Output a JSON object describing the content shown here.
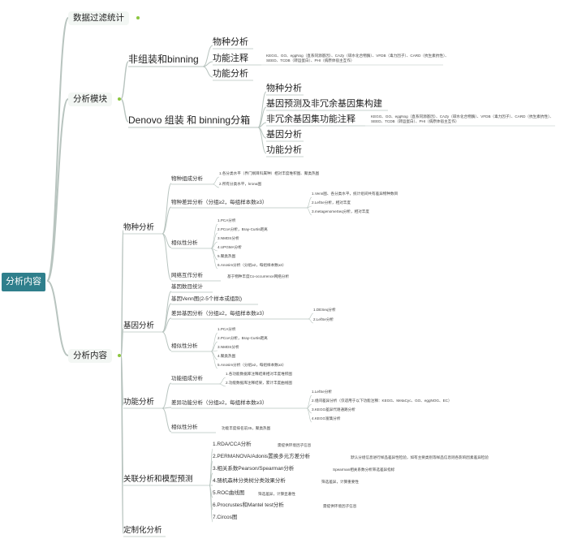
{
  "root": "分析内容",
  "top1": "数据过滤统计",
  "top2": "分析模块",
  "top3": "分析内容",
  "module": {
    "nonasm": {
      "label": "非组装和binning",
      "species": "物种分析",
      "func": "功能注释",
      "func_note": "KEGG、GO、eggNog（直系同源基因）、CAZy（碳水化合物酶）、VFDB（毒力因子）、CARD（抗生素抗性）、SEED、TCDB（转运蛋白）、PHI（病原体宿主互作）",
      "funcana": "功能分析"
    },
    "denovo": {
      "label": "Denovo 组装 和 binning分箱",
      "species": "物种分析",
      "gene": "基因预测及非冗余基因集构建",
      "genefunc": "非冗余基因集功能注释",
      "genefunc_note": "KEGG、GO、eggNog（直系同源基因）、CAZy（碳水化合物酶）、VFDB（毒力因子）、CARD（抗生素抗性）、SEED、TCDB（转运蛋白）、PHI（病原体宿主互作）",
      "geneana": "基因分析",
      "funcana": "功能分析"
    }
  },
  "content": {
    "species": {
      "label": "物种分析",
      "comp": "物种组成分析",
      "comp_items": [
        "1.各分类水平（界门纲目科属种）相对丰度堆积图、聚类热图",
        "2.所有分类水平，krona图"
      ],
      "diff": "物种差异分析（分组≥2，每组样本数≥3）",
      "diff_items": [
        "1.Venn图、各分类水平，统计组间共有差异物种数目",
        "2.LefSe分析，相对丰度",
        "3.metagenomeSeq分析，相对丰度"
      ],
      "sim": "相似性分析",
      "sim_items": [
        "1.PCA分析",
        "2.PCoA分析，Bray-Curtis距离",
        "3.NMDS分析",
        "4.UPGMA分析",
        "5.聚类热图",
        "6.Anosim分析（分组≥2，每组样本数≥3）"
      ],
      "net": "网络互作分析",
      "net_note": "基于物种丰度Co-occurrence网络分析"
    },
    "gene": {
      "label": "基因分析",
      "stat": "基因数目统计",
      "venn": "基因Venn图(2-5个样本或组别)",
      "diff": "差异基因分析（分组≥2，每组样本数≥3）",
      "diff_items": [
        "1.DESeq分析",
        "2.LefSe分析"
      ],
      "sim": "相似性分析",
      "sim_items": [
        "1.PCA分析",
        "2.PCoA分析，Bray-Curtis距离",
        "3.NMDS分析",
        "4.聚类热图",
        "5.Anosim分析（分组≥2，每组样本数≥3）"
      ]
    },
    "func": {
      "label": "功能分析",
      "comp": "功能组成分析",
      "comp_items": [
        "1.各功能数据库注释结果相对丰度堆积图",
        "2.功能数据库注释结果，累计丰度曲线图"
      ],
      "diff": "差异功能分析（分组≥2，每组样本数≥3）",
      "diff_items": [
        "1.LefSe分析",
        "2.组间差异分析（仅适用于以下功能注释：KEGG、MetaCyc、GO、eggNOG、EC）",
        "3.KEGG差异代谢通路分析",
        "4.KEGG富集分析"
      ],
      "sim": "相似性分析",
      "sim_note": "功能丰度排名前35，聚类热图"
    },
    "assoc": {
      "label": "关联分析和模型预测",
      "items": [
        "1.RDA/CCA分析",
        "2.PERMANOVA/Adonis置换多元方差分析",
        "3.相关系数Pearson/Spearman分析",
        "4.随机森林分类树分类效果分析",
        "5.ROC曲线图",
        "6.Procrustes和Mantel test分析",
        "7.Circos图"
      ],
      "notes": [
        "需提供环境因子信息",
        "默认分组信息进行样品差异性检验，如有主要类别等样品信息则各影响因素差异检验",
        "Spearman相关系数分析筛选差异指标",
        "筛选差异，计算重要性",
        "筛选差异，计算显著性",
        "需提供环境因子信息"
      ]
    },
    "custom": "定制化分析"
  }
}
